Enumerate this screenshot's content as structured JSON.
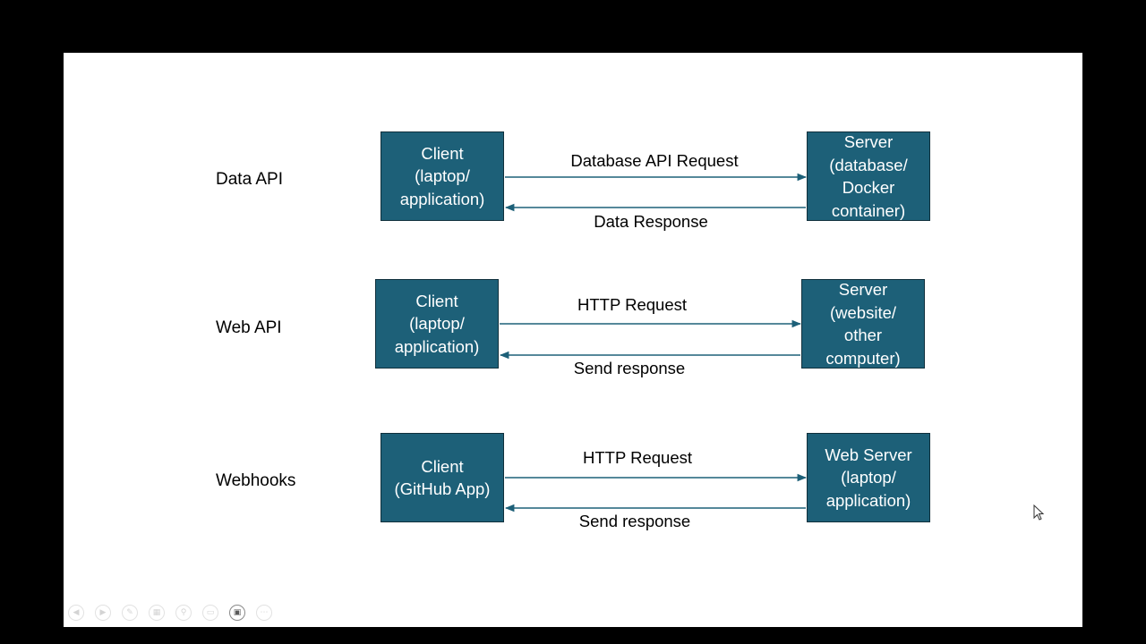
{
  "rows": [
    {
      "label": "Data API",
      "client": "Client\n(laptop/\napplication)",
      "server": "Server\n(database/\nDocker\ncontainer)",
      "request": "Database API Request",
      "response": "Data Response"
    },
    {
      "label": "Web API",
      "client": "Client\n(laptop/\napplication)",
      "server": "Server\n(website/\nother\ncomputer)",
      "request": "HTTP Request",
      "response": "Send response"
    },
    {
      "label": "Webhooks",
      "client": "Client\n(GitHub App)",
      "server": "Web Server\n(laptop/\napplication)",
      "request": "HTTP Request",
      "response": "Send response"
    }
  ],
  "colors": {
    "box_fill": "#1d6078",
    "arrow": "#1d6078",
    "slide_bg": "#ffffff",
    "frame_bg": "#000000"
  },
  "toolbar": {
    "buttons": [
      "previous-icon",
      "next-icon",
      "pen-icon",
      "slides-icon",
      "zoom-icon",
      "subtitles-icon",
      "camera-icon",
      "more-icon"
    ]
  }
}
